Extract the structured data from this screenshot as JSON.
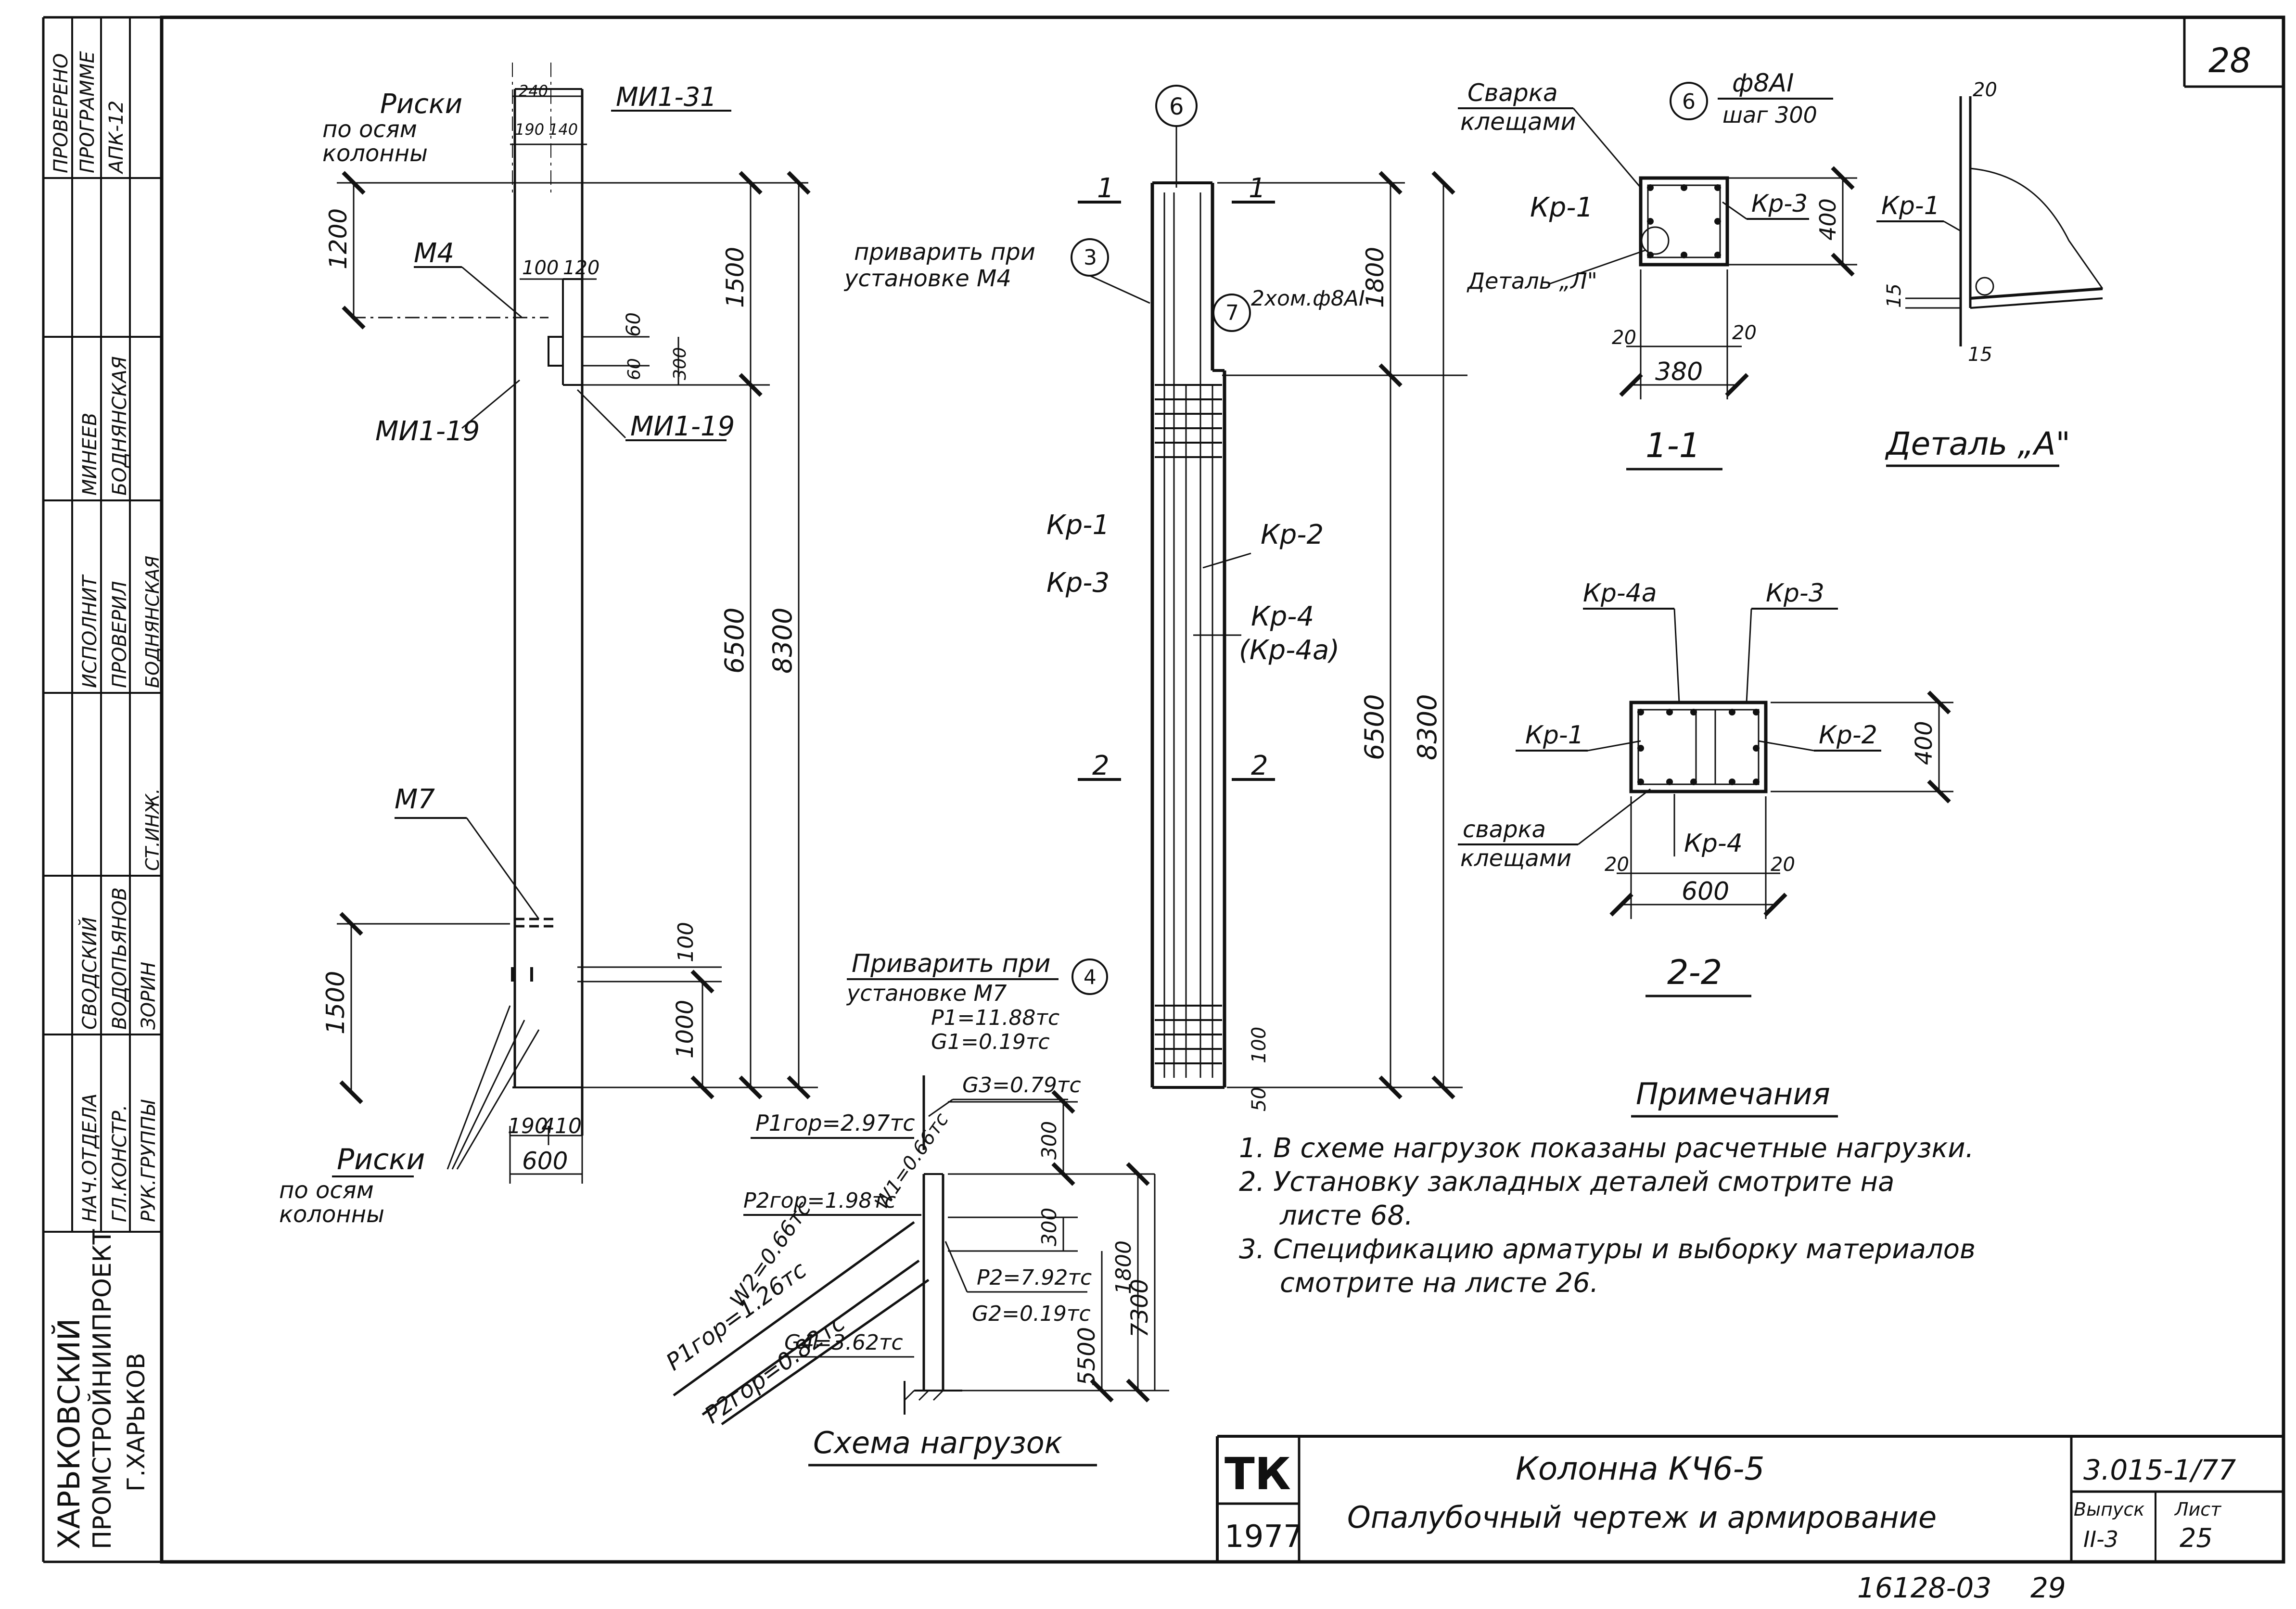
{
  "sheet_number": "28",
  "side_stamp": {
    "approval": [
      "ПРОВЕРЕНО",
      "ПРОГРАММЕ",
      "АПК-12"
    ],
    "rows": [
      {
        "role": "НАЧ.ОТДЕЛА",
        "name": "СВОДСКИЙ"
      },
      {
        "role": "ГЛ.КОНСТР.",
        "name": "ВОДОПЬЯНОВ"
      },
      {
        "role": "РУК.ГРУППЫ",
        "name": "ЗОРИН"
      },
      {
        "role": "СТ.ИНЖ.",
        "name": "БОДНЯНСКАЯ"
      },
      {
        "role": "ИСПОЛНИТ",
        "name": "МИНЕЕВ"
      },
      {
        "role": "ПРОВЕРИЛ",
        "name": "БОДНЯНСКАЯ"
      }
    ],
    "org": [
      "ХАРЬКОВСКИЙ",
      "ПРОМСТРОЙНИИПРОЕКТ",
      "Г.ХАРЬКОВ"
    ]
  },
  "column_view": {
    "risks_top": [
      "Риски",
      "по осям",
      "колонны"
    ],
    "risks_bottom": [
      "Риски",
      "по осям",
      "колонны"
    ],
    "top_dims": [
      "240",
      "190",
      "140"
    ],
    "dims": {
      "d1200": "1200",
      "d100": "100",
      "d120": "120",
      "d60": "60",
      "d60b": "60",
      "d300": "300",
      "d1500top": "1500",
      "d6500": "6500",
      "d8300": "8300",
      "d100b": "100",
      "d1000": "1000",
      "d1500": "1500",
      "d190": "190",
      "d410": "410",
      "d600": "600"
    },
    "labels": {
      "mi131": "МИ1-31",
      "m4": "М4",
      "mi119a": "МИ1-19",
      "mi119b": "МИ1-19",
      "m7": "М7"
    }
  },
  "rebar_view": {
    "axis_mark": "6",
    "sec1": "1",
    "sec2": "2",
    "weld_m4": [
      "приварить при",
      "установке М4"
    ],
    "weld_m4_num": "3",
    "bar7_num": "7",
    "bar7": "2хом.ф8АI",
    "kr1": "Кр-1",
    "kr3": "Кр-3",
    "kr2": "Кр-2",
    "kr4": "Кр-4",
    "kr4a": "(Кр-4а)",
    "dims": {
      "d1800": "1800",
      "d6500": "6500",
      "d8300": "8300",
      "d100": "100",
      "d50": "50"
    }
  },
  "section_1_1": {
    "title": "1-1",
    "weld": [
      "Сварка",
      "клещами"
    ],
    "bar_num": "6",
    "bar_spec": "ф8АI",
    "bar_step": "шаг 300",
    "kr1": "Кр-1",
    "kr3": "Кр-3",
    "detail": "Деталь „Л\"",
    "d400": "400",
    "d380": "380",
    "d20a": "20",
    "d20b": "20"
  },
  "detail_a": {
    "title": "Деталь „А\"",
    "kr1": "Кр-1",
    "d20": "20",
    "d15a": "15",
    "d15b": "15"
  },
  "section_2_2": {
    "title": "2-2",
    "kr4a": "Кр-4а",
    "kr3": "Кр-3",
    "kr1": "Кр-1",
    "kr2": "Кр-2",
    "kr4": "Кр-4",
    "weld": [
      "сварка",
      "клещами"
    ],
    "d400": "400",
    "d600": "600",
    "d20a": "20",
    "d20b": "20"
  },
  "load_scheme": {
    "title": "Схема нагрузок",
    "weld_m7": [
      "Приварить при",
      "установке М7"
    ],
    "weld_m7_num": "4",
    "p1": "P1=11.88тс",
    "g1": "G1=0.19тс",
    "g3": "G3=0.79тс",
    "p1gor": "P1гор=2.97тс",
    "p2gor": "P2гор=1.98тс",
    "w1": "W1=0.66тс",
    "p1gor_y": "P1гор=1.26тс",
    "w2": "W2=0.66тс",
    "p2gor_y": "P2гор=0.82тс",
    "p2": "P2=7.92тс",
    "g2": "G2=0.19тс",
    "g4": "G4=3.62тс",
    "dims": {
      "d300a": "300",
      "d300b": "300",
      "d1800": "1800",
      "d5500": "5500",
      "d7300": "7300"
    }
  },
  "notes": {
    "title": "Примечания",
    "items": [
      "1. В схеме нагрузок показаны расчетные нагрузки.",
      "2. Установку закладных деталей смотрите на",
      "листе 68.",
      "3. Спецификацию арматуры и выборку материалов",
      "смотрите на листе 26."
    ]
  },
  "title_block": {
    "logo": "ТК",
    "year": "1977",
    "title": "Колонна КЧ6-5",
    "subtitle": "Опалубочный чертеж и армирование",
    "code": "3.015-1/77",
    "issue_label": "Выпуск",
    "issue": "II-3",
    "sheet_label": "Лист",
    "sheet": "25"
  },
  "footer": {
    "inventory": "16128-03",
    "page": "29"
  }
}
